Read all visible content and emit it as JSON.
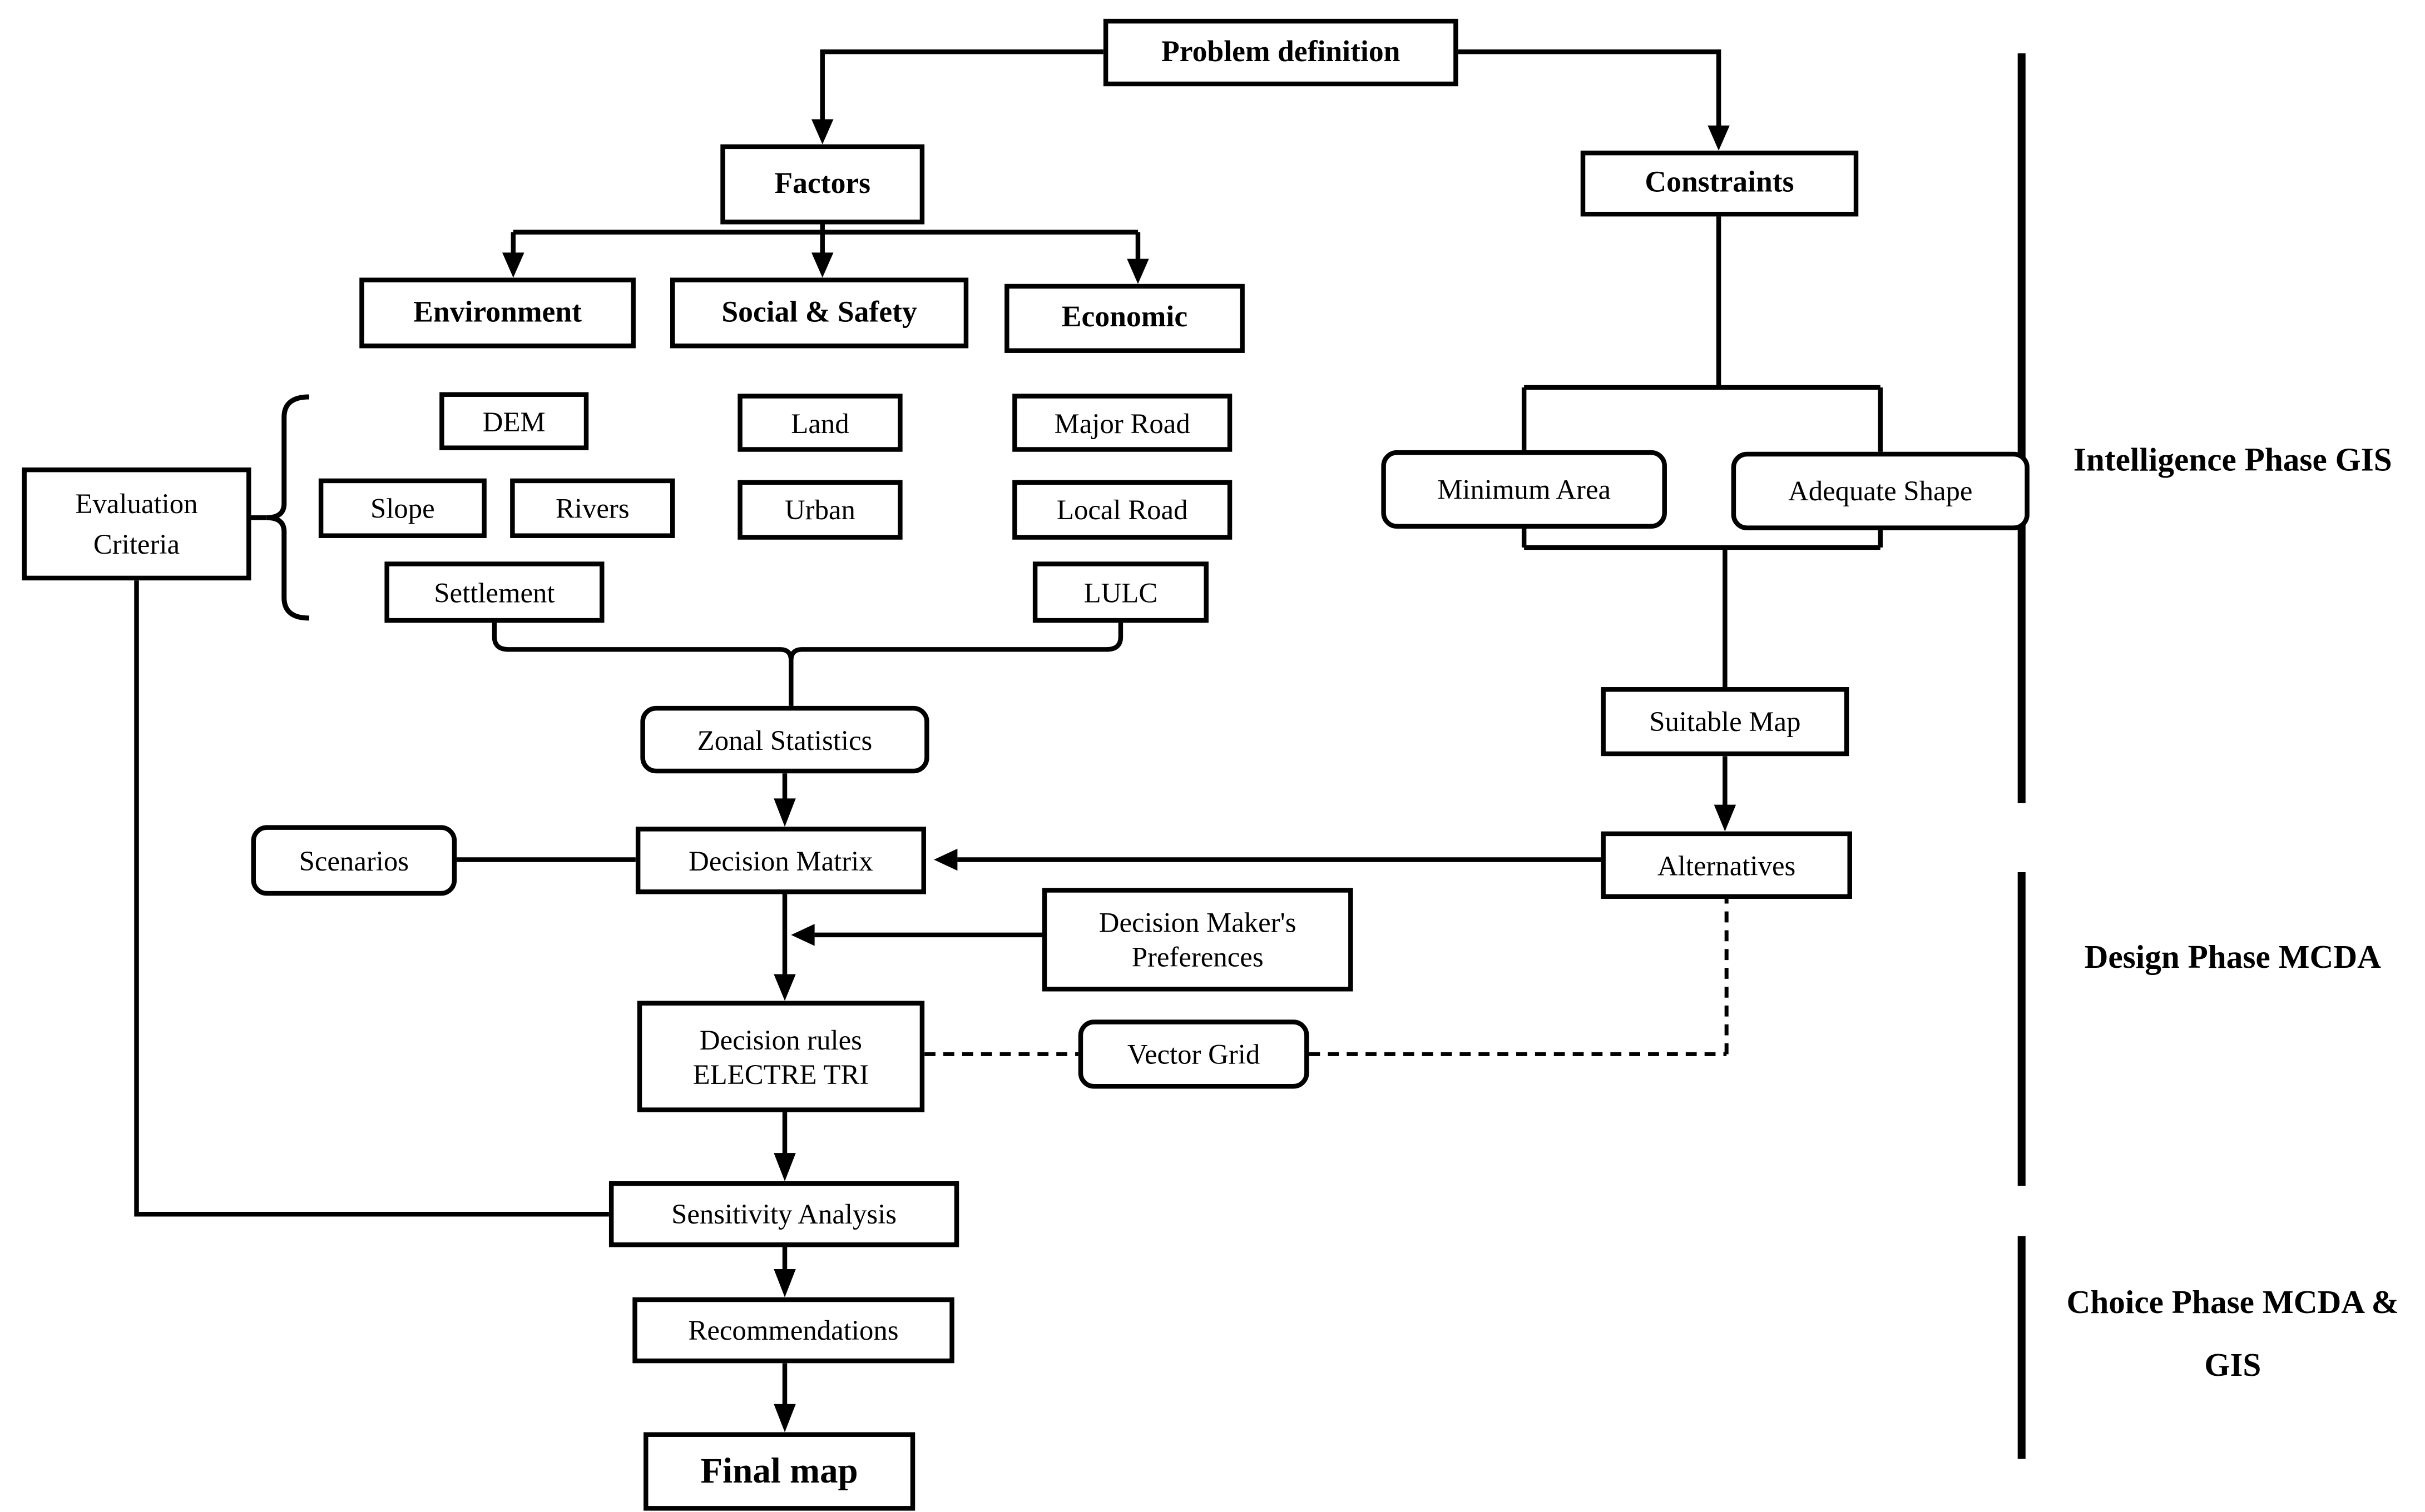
{
  "diagram": {
    "colors": {
      "ink": "#000000",
      "background": "#ffffff"
    },
    "nodes": {
      "problem_definition": {
        "label": "Problem definition"
      },
      "factors": {
        "label": "Factors"
      },
      "constraints": {
        "label": "Constraints"
      },
      "environment": {
        "label": "Environment"
      },
      "social_safety": {
        "label": "Social & Safety"
      },
      "economic": {
        "label": "Economic"
      },
      "dem": {
        "label": "DEM"
      },
      "land": {
        "label": "Land"
      },
      "major_road": {
        "label": "Major Road"
      },
      "slope": {
        "label": "Slope"
      },
      "rivers": {
        "label": "Rivers"
      },
      "urban": {
        "label": "Urban"
      },
      "local_road": {
        "label": "Local Road"
      },
      "settlement": {
        "label": "Settlement"
      },
      "lulc": {
        "label": "LULC"
      },
      "evaluation_criteria": {
        "line1": "Evaluation",
        "line2": "Criteria"
      },
      "minimum_area": {
        "label": "Minimum Area"
      },
      "adequate_shape": {
        "label": "Adequate Shape"
      },
      "zonal_statistics": {
        "label": "Zonal Statistics"
      },
      "suitable_map": {
        "label": "Suitable Map"
      },
      "scenarios": {
        "label": "Scenarios"
      },
      "decision_matrix": {
        "label": "Decision Matrix"
      },
      "alternatives": {
        "label": "Alternatives"
      },
      "decision_makers_preferences": {
        "line1": "Decision Maker's",
        "line2": "Preferences"
      },
      "decision_rules": {
        "line1": "Decision rules",
        "line2": "ELECTRE TRI"
      },
      "vector_grid": {
        "label": "Vector Grid"
      },
      "sensitivity_analysis": {
        "label": "Sensitivity Analysis"
      },
      "recommendations": {
        "label": "Recommendations"
      },
      "final_map": {
        "label": "Final map"
      }
    },
    "phases": [
      {
        "line1": "Intelligence Phase",
        "line2": "GIS"
      },
      {
        "line1": "Design Phase",
        "line2": "MCDA"
      },
      {
        "line1": "Choice Phase",
        "line2": "MCDA & GIS"
      }
    ]
  }
}
